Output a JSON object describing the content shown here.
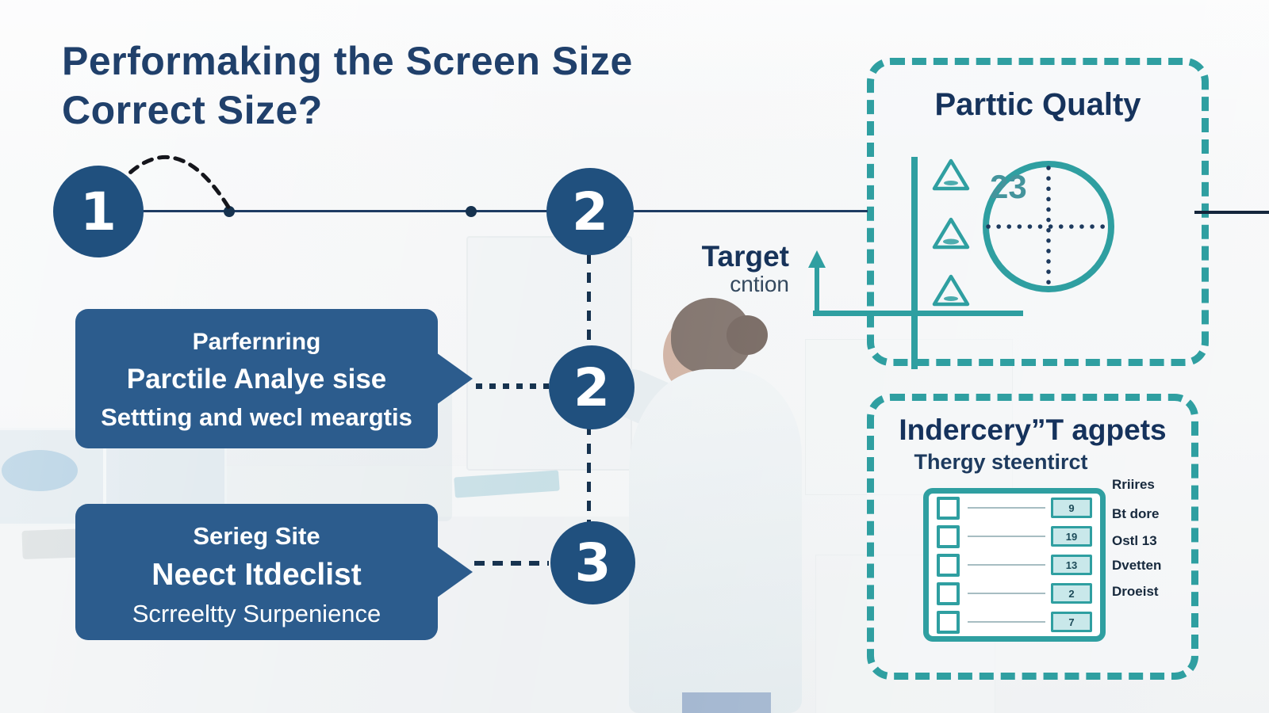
{
  "title": {
    "line1": "Performaking the Screen Size",
    "line2": "Correct Size?"
  },
  "timeline": {
    "steps": [
      "1",
      "2",
      "2",
      "3"
    ]
  },
  "callouts": [
    {
      "lines": [
        "Parfernring",
        "Parctile Analye sise",
        "Settting and wecl meargtis"
      ]
    },
    {
      "lines": [
        "Serieg Site",
        "Neect Itdeclist",
        "Scrreeltty Surpenience"
      ]
    }
  ],
  "target_label": {
    "title": "Target",
    "subtitle": "cntion"
  },
  "quality_panel": {
    "title": "Parttic Qualty",
    "gauge_value": "23"
  },
  "targets_panel": {
    "title": "Indercery”T agpets",
    "subtitle": "Thergy steentirct",
    "checklist": [
      {
        "badge": "9",
        "note": "Rriires"
      },
      {
        "badge": "19",
        "note": "Bt dore"
      },
      {
        "badge": "13",
        "note": "Ostl 13"
      },
      {
        "badge": "2",
        "note": "Dvetten"
      },
      {
        "badge": "7",
        "note": "Droeist"
      }
    ]
  },
  "colors": {
    "navy_text": "#20406b",
    "node_blue": "#20507e",
    "callout_blue": "#2c5c8d",
    "teal": "#2f9fa1",
    "teal_light": "#c9e8ea",
    "dot_navy": "#16324f"
  }
}
